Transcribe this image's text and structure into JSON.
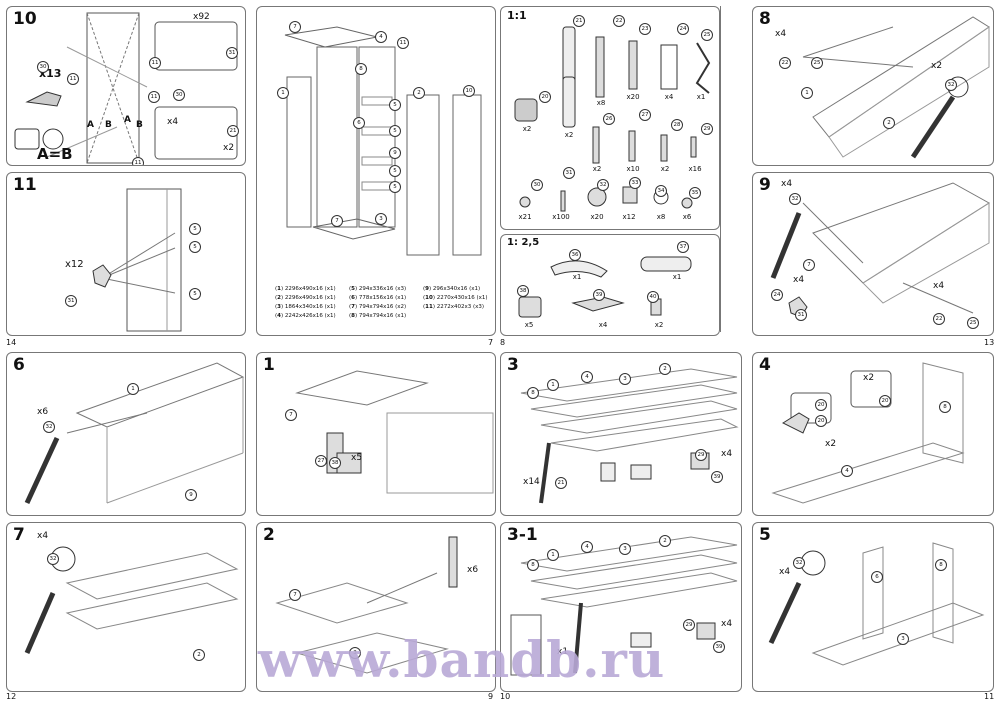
{
  "watermark": "www.bandb.ru",
  "page_numbers": {
    "p14": "14",
    "p7": "7",
    "p8": "8",
    "p13": "13",
    "p12": "12",
    "p9": "9",
    "p10": "10",
    "p11": "11"
  },
  "step10": {
    "title": "10",
    "qty_a": "x92",
    "qty_b": "x13",
    "qty_c": "x4",
    "qty_d": "x2",
    "a": "A",
    "b": "B",
    "a2": "A",
    "b2": "B",
    "eq": "A=B",
    "n1": "30",
    "n2": "11",
    "n3": "31",
    "n4": "11",
    "n5": "30",
    "n6": "11",
    "n7": "21",
    "n8": "11"
  },
  "step11": {
    "title": "11",
    "qty": "x12",
    "n1": "5",
    "n2": "5",
    "n3": "5",
    "n4": "31"
  },
  "overview": {
    "parts": [
      "7",
      "4",
      "11",
      "8",
      "1",
      "5",
      "2",
      "10",
      "6",
      "5",
      "9",
      "5",
      "5",
      "3",
      "7"
    ],
    "legend": [
      {
        "n": "1",
        "t": "2296x490x16 (x1)"
      },
      {
        "n": "2",
        "t": "2296x490x16 (x1)"
      },
      {
        "n": "3",
        "t": "1864x340x16 (x1)"
      },
      {
        "n": "4",
        "t": "2242x426x16 (x1)"
      },
      {
        "n": "5",
        "t": "294x336x16 (x3)"
      },
      {
        "n": "6",
        "t": "778x156x16 (x1)"
      },
      {
        "n": "7",
        "t": "794x794x16 (x2)"
      },
      {
        "n": "8",
        "t": "794x794x16 (x1)"
      },
      {
        "n": "9",
        "t": "296x340x16 (x1)"
      },
      {
        "n": "10",
        "t": "2270x430x16 (x1)"
      },
      {
        "n": "11",
        "t": "2272x402x3 (x3)"
      }
    ]
  },
  "hardware_1_1": {
    "title": "1:1",
    "items": [
      {
        "n": "21",
        "q": "x2"
      },
      {
        "n": "22",
        "q": "x8"
      },
      {
        "n": "23",
        "q": "x20"
      },
      {
        "n": "24",
        "q": "x4"
      },
      {
        "n": "25",
        "q": "x1"
      },
      {
        "n": "20",
        "q": "x2"
      },
      {
        "n": "26",
        "q": "x2"
      },
      {
        "n": "27",
        "q": "x10"
      },
      {
        "n": "28",
        "q": "x2"
      },
      {
        "n": "29",
        "q": "x16"
      },
      {
        "n": "30",
        "q": "x21"
      },
      {
        "n": "31",
        "q": "x100"
      },
      {
        "n": "32",
        "q": "x20"
      },
      {
        "n": "33",
        "q": "x12"
      },
      {
        "n": "34",
        "q": "x8"
      },
      {
        "n": "35",
        "q": "x6"
      }
    ]
  },
  "hardware_1_25": {
    "title": "1: 2,5",
    "items": [
      {
        "n": "36",
        "q": "x1"
      },
      {
        "n": "37",
        "q": "x1"
      },
      {
        "n": "38",
        "q": "x5"
      },
      {
        "n": "39",
        "q": "x4"
      },
      {
        "n": "40",
        "q": "x2"
      }
    ]
  },
  "step8": {
    "title": "8",
    "qty_a": "x4",
    "qty_b": "x2",
    "n1": "22",
    "n2": "25",
    "n3": "1",
    "n4": "2",
    "n5": "32"
  },
  "step9": {
    "title": "9",
    "qty_a": "x4",
    "qty_b": "x4",
    "qty_c": "x4",
    "n1": "32",
    "n2": "7",
    "n3": "24",
    "n4": "31",
    "n5": "22",
    "n6": "25"
  },
  "step6": {
    "title": "6",
    "qty": "x6",
    "n1": "1",
    "n2": "32",
    "n3": "9"
  },
  "step1": {
    "title": "1",
    "qty": "x5",
    "n1": "7",
    "n2": "27",
    "n3": "38"
  },
  "step3": {
    "title": "3",
    "qty_a": "x14",
    "qty_b": "x4",
    "n": [
      "8",
      "1",
      "4",
      "3",
      "2",
      "21",
      "29",
      "39"
    ]
  },
  "step4": {
    "title": "4",
    "qty_a": "x2",
    "qty_b": "x2",
    "n": [
      "20",
      "20",
      "20",
      "8",
      "4"
    ]
  },
  "step7": {
    "title": "7",
    "qty": "x4",
    "n1": "32",
    "n2": "2"
  },
  "step2": {
    "title": "2",
    "qty": "x6",
    "n1": "7",
    "n2": "3"
  },
  "step31": {
    "title": "3-1",
    "qty_a": "x1",
    "qty_b": "x4",
    "n": [
      "8",
      "1",
      "4",
      "3",
      "2",
      "29",
      "39"
    ]
  },
  "step5": {
    "title": "5",
    "qty": "x4",
    "n1": "32",
    "n2": "6",
    "n3": "8",
    "n4": "3"
  }
}
